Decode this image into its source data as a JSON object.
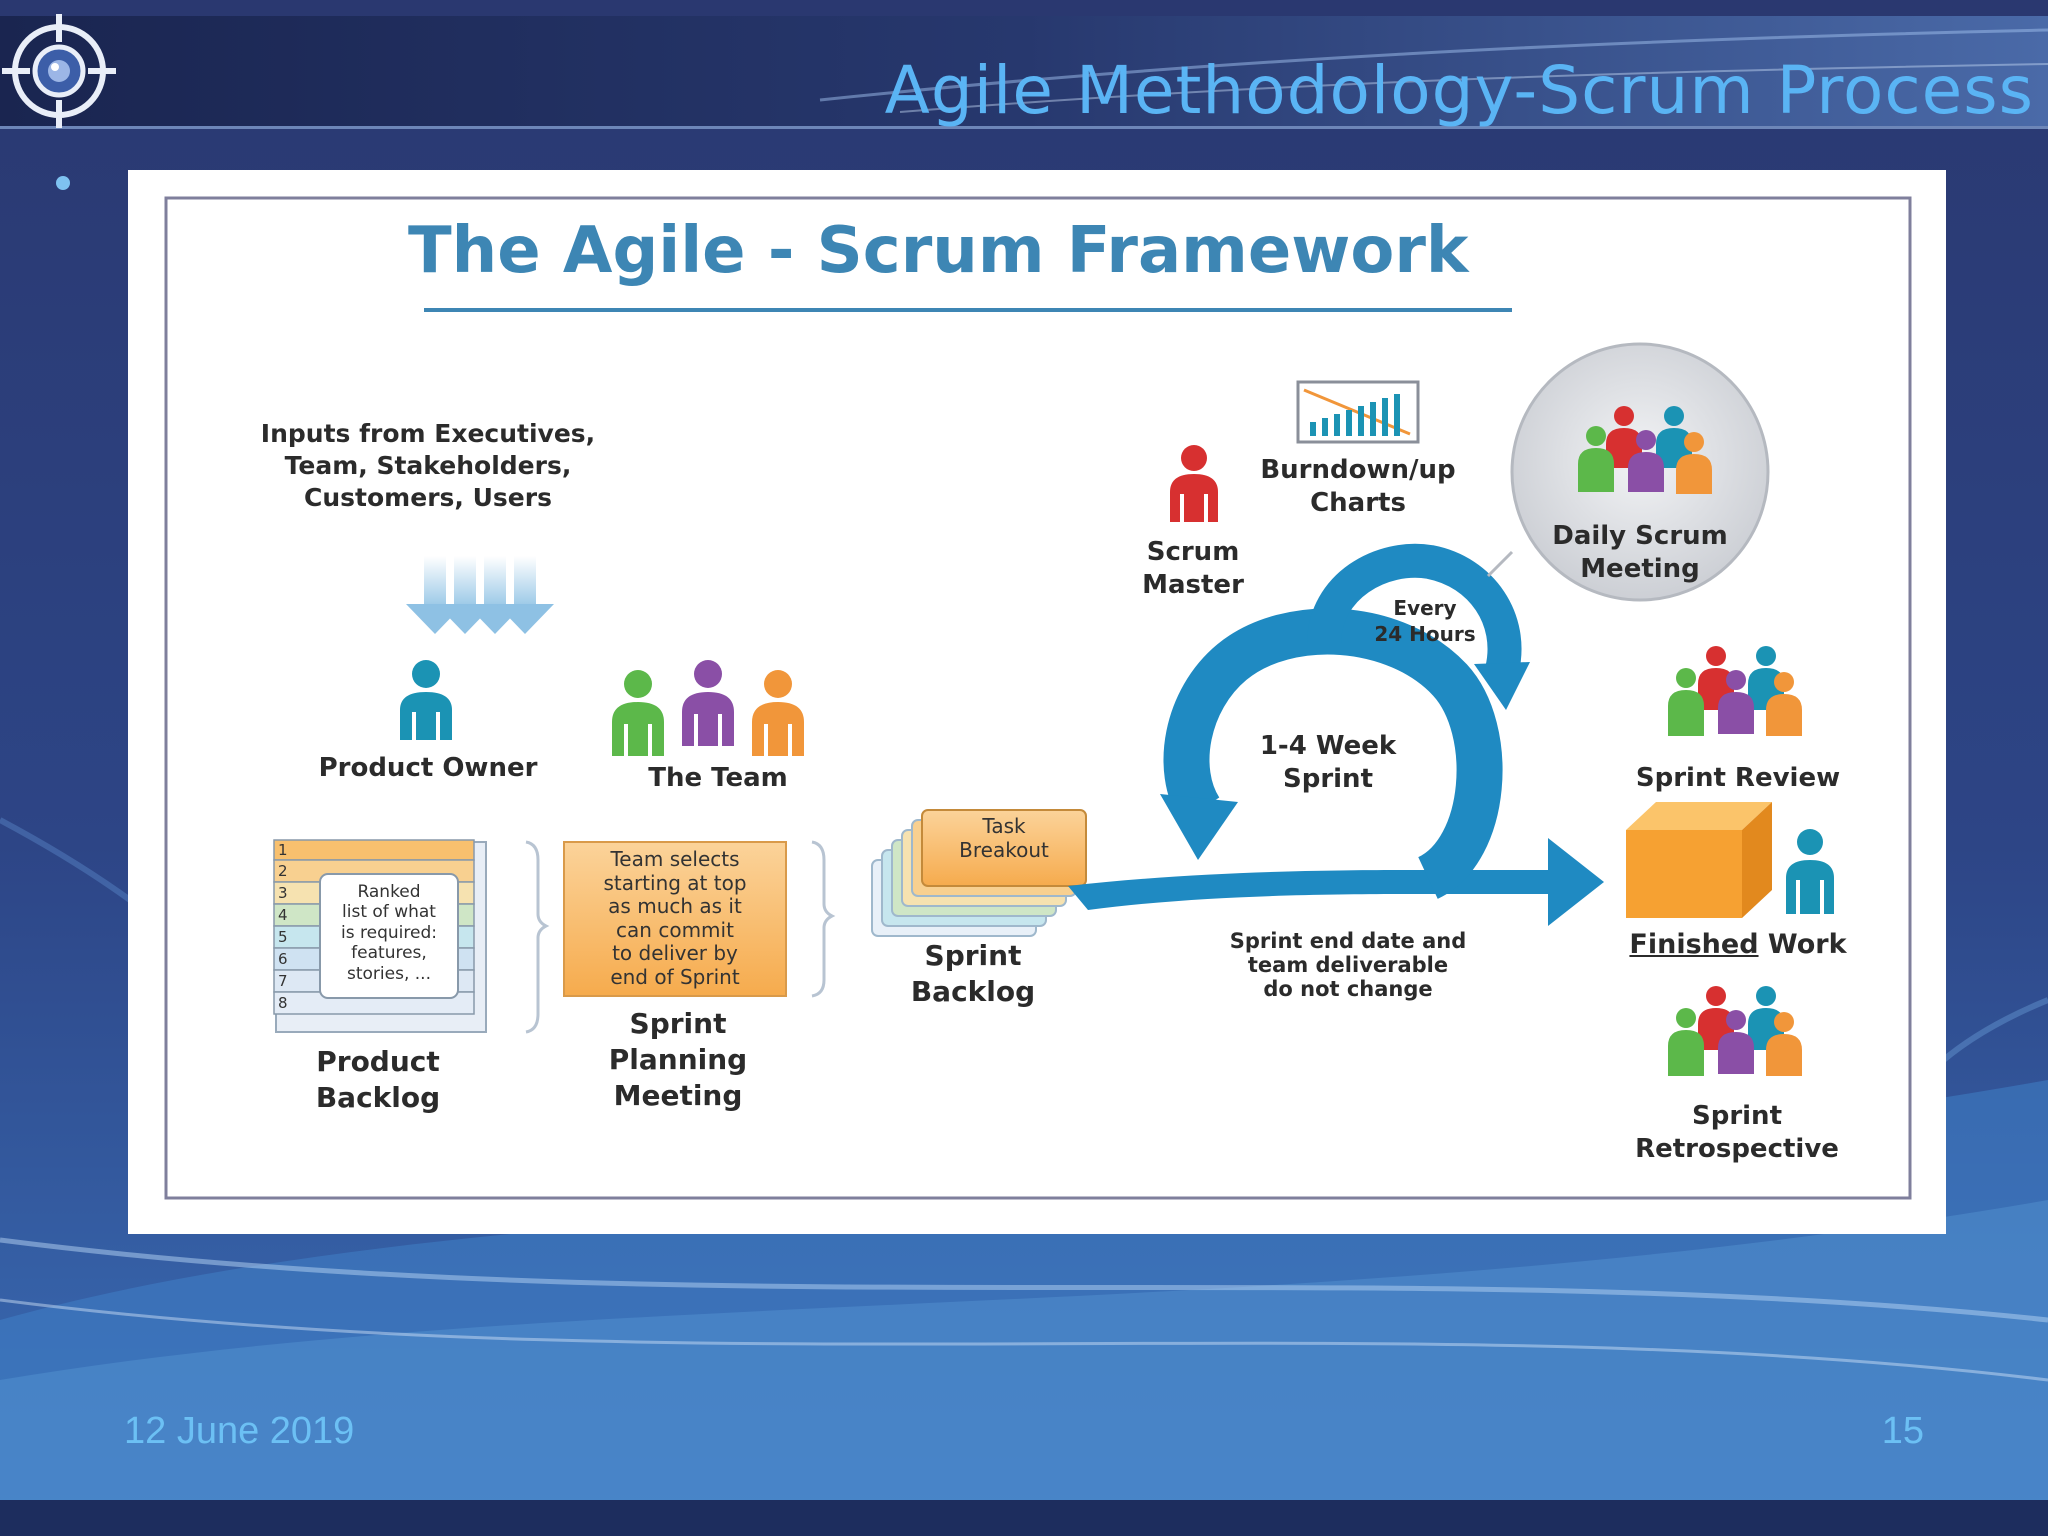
{
  "slide": {
    "title": "Agile Methodology-Scrum Process",
    "footer_date": "12 June 2019",
    "page_number": "15",
    "logo_icon": "target-crosshair-icon",
    "colors": {
      "background": "#2b3a6e",
      "title": "#5ab4f4",
      "footer": "#6cc0f4"
    }
  },
  "framework": {
    "title": "The Agile - Scrum Framework",
    "inputs": [
      "Inputs from Executives,",
      "Team, Stakeholders,",
      "Customers, Users"
    ],
    "product_owner": "Product Owner",
    "the_team": "The Team",
    "backlog_numbers": [
      "1",
      "2",
      "3",
      "4",
      "5",
      "6",
      "7",
      "8"
    ],
    "backlog_note": [
      "Ranked",
      "list of what",
      "is required:",
      "features,",
      "stories, ..."
    ],
    "product_backlog": [
      "Product",
      "Backlog"
    ],
    "planning_note": [
      "Team selects",
      "starting at top",
      "as much as it",
      "can commit",
      "to deliver by",
      "end of Sprint"
    ],
    "sprint_planning": [
      "Sprint",
      "Planning",
      "Meeting"
    ],
    "task_breakout": [
      "Task",
      "Breakout"
    ],
    "sprint_backlog": [
      "Sprint",
      "Backlog"
    ],
    "scrum_master": [
      "Scrum",
      "Master"
    ],
    "burndown": [
      "Burndown/up",
      "Charts"
    ],
    "daily_scrum": [
      "Daily Scrum",
      "Meeting"
    ],
    "every_24": [
      "Every",
      "24 Hours"
    ],
    "sprint_cycle": [
      "1-4 Week",
      "Sprint"
    ],
    "sprint_end": [
      "Sprint end date and",
      "team deliverable",
      "do not change"
    ],
    "sprint_review": "Sprint Review",
    "finished_work_a": "Finished",
    "finished_work_b": " Work",
    "sprint_retro": [
      "Sprint",
      "Retrospective"
    ],
    "colors": {
      "title": "#3d86b4",
      "arrow": "#1f8ac2",
      "note": "#f9c889",
      "teal_person": "#1b93b4",
      "green_person": "#5cb84a",
      "purple_person": "#8a4fa6",
      "orange_person": "#f1963a",
      "red_person": "#d73030"
    }
  }
}
